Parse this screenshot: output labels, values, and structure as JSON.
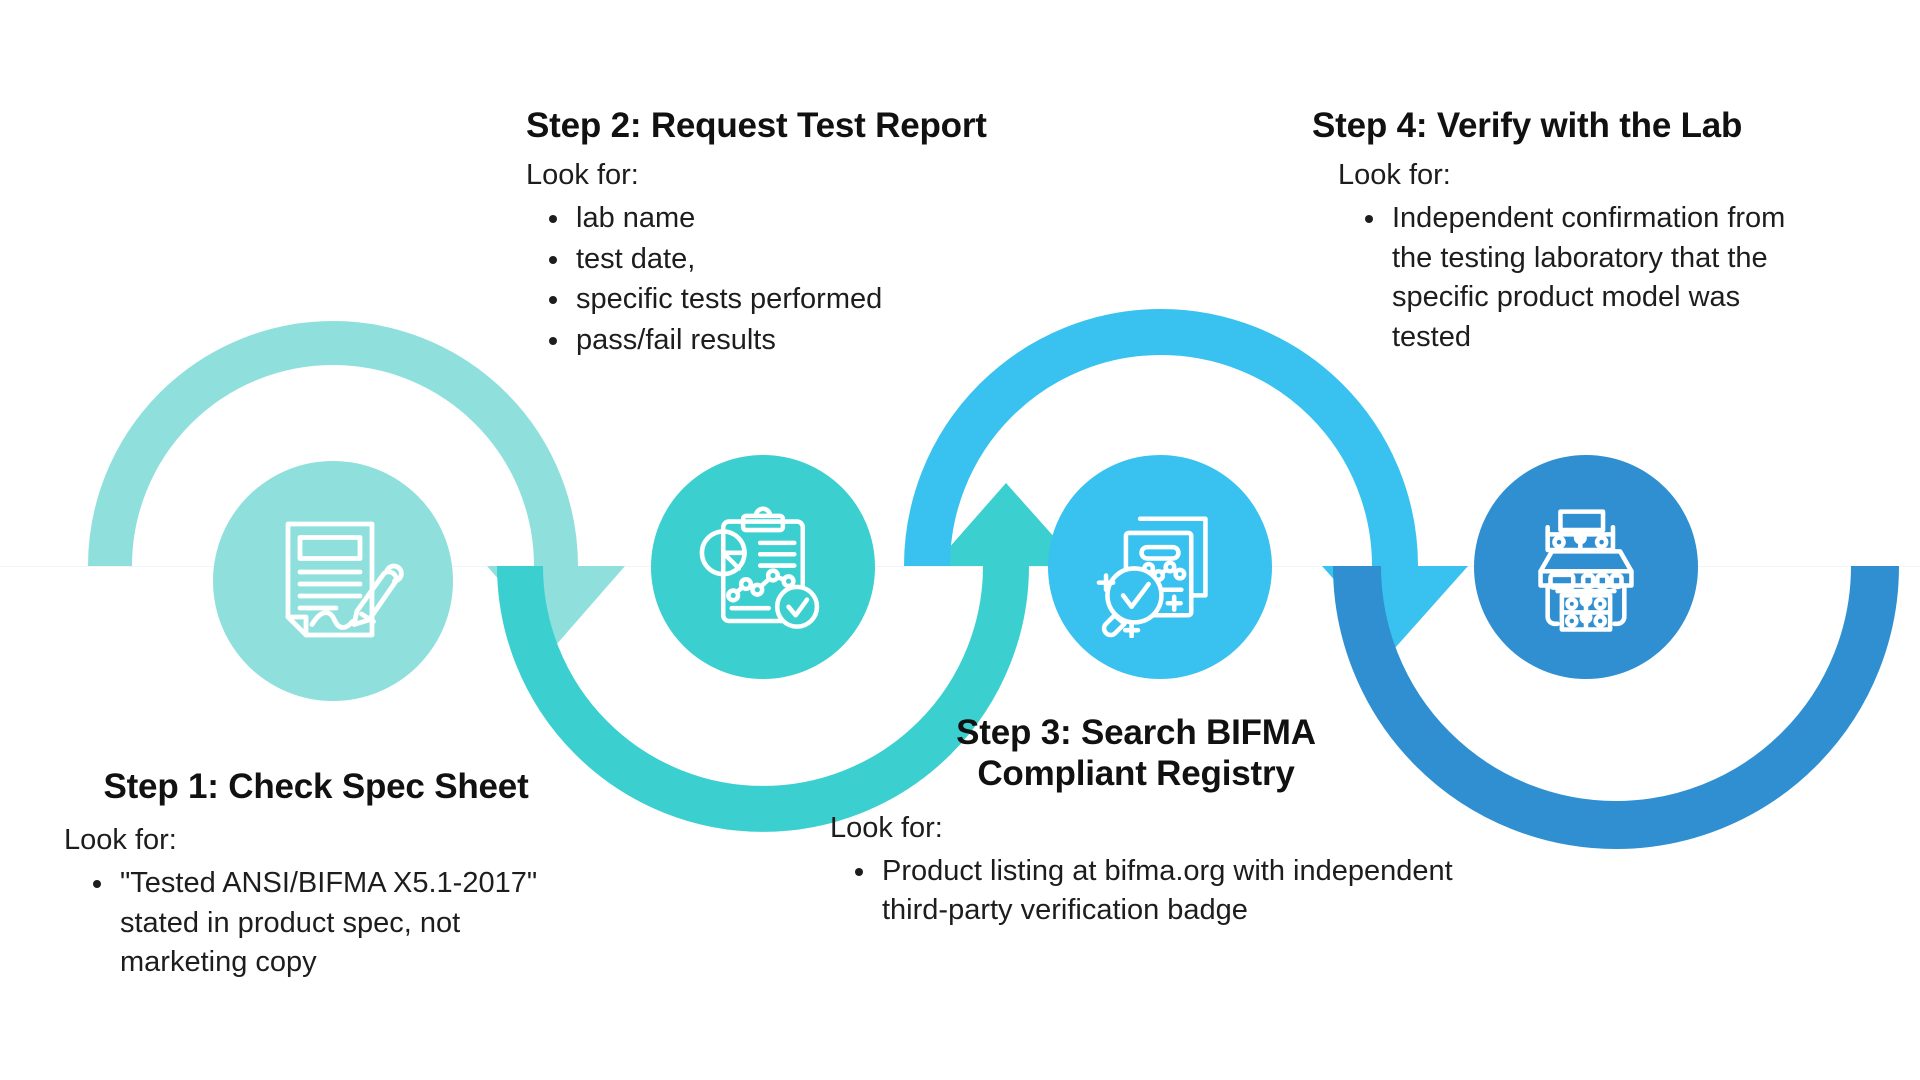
{
  "meta": {
    "title": "How to Verify BIFMA Compliance",
    "background": "#ffffff"
  },
  "palette": {
    "step1": "#8fe0dd",
    "step2": "#3bcfcf",
    "step3": "#39c2ef",
    "step4": "#2f8fd0",
    "text": "#1d1d1d"
  },
  "common": {
    "look_for_label": "Look for:"
  },
  "steps": [
    {
      "id": "step-1",
      "title": "Step 1: Check Spec Sheet",
      "look_for_label": "Look for:",
      "icon": "document-signature-icon",
      "color": "#8fe0dd",
      "bullets": [
        "\"Tested ANSI/BIFMA X5.1-2017\" stated in product spec, not marketing copy"
      ]
    },
    {
      "id": "step-2",
      "title": "Step 2: Request Test Report",
      "look_for_label": "Look for:",
      "icon": "clipboard-report-check-icon",
      "color": "#3bcfcf",
      "bullets": [
        "lab name",
        "test date,",
        "specific tests performed",
        "pass/fail results"
      ]
    },
    {
      "id": "step-3",
      "title": "Step 3: Search BIFMA Compliant Registry",
      "look_for_label": "Look for:",
      "icon": "document-magnifier-check-icon",
      "color": "#39c2ef",
      "bullets": [
        "Product listing at bifma.org with independent third-party verification badge"
      ]
    },
    {
      "id": "step-4",
      "title": "Step 4: Verify with the Lab",
      "look_for_label": "Look for:",
      "icon": "cash-register-icon",
      "color": "#2f8fd0",
      "bullets": [
        "Independent confirmation from the testing laboratory that the specific product model was tested"
      ]
    }
  ],
  "connectors": [
    {
      "id": "arc-1-2",
      "from": "step-1",
      "to": "step-2",
      "direction": "over-then-down",
      "color": "#8fe0dd",
      "arrow": "down"
    },
    {
      "id": "arc-2-3",
      "from": "step-2",
      "to": "step-3",
      "direction": "under-then-up",
      "color": "#3bcfcf",
      "arrow": "up"
    },
    {
      "id": "arc-3-4",
      "from": "step-3",
      "to": "step-4",
      "direction": "over-then-down",
      "color": "#39c2ef",
      "arrow": "down"
    },
    {
      "id": "arc-4-end",
      "from": "step-4",
      "to": "end",
      "direction": "under",
      "color": "#2f8fd0",
      "arrow": "none"
    }
  ]
}
